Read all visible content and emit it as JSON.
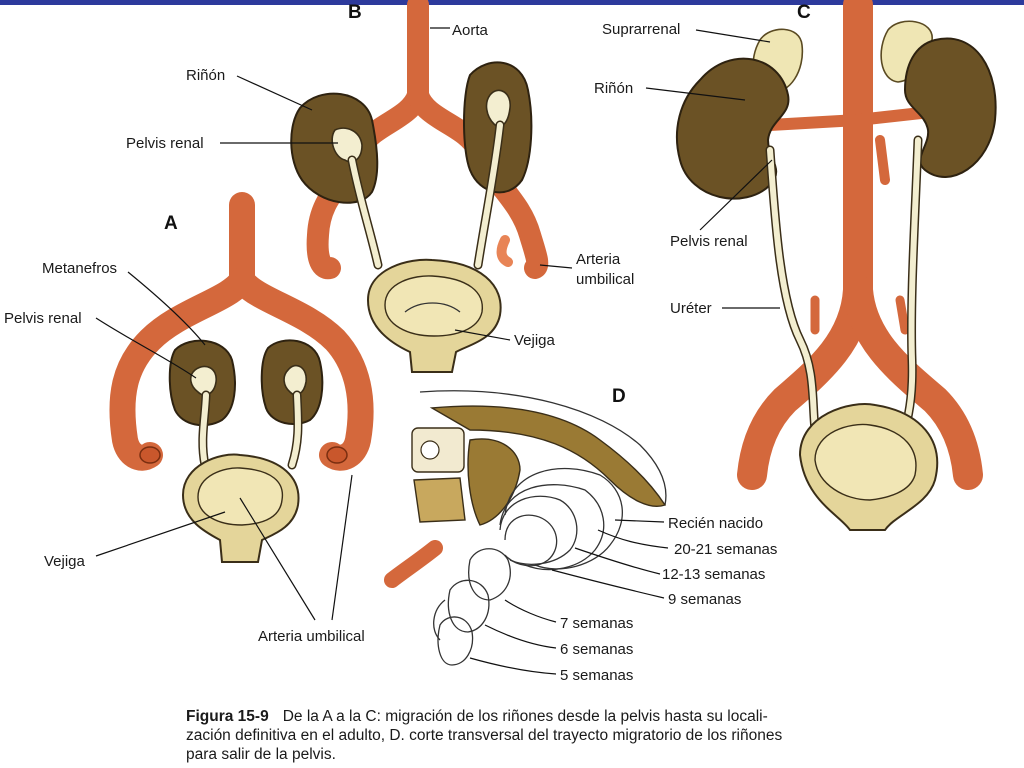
{
  "panels": {
    "a": "A",
    "b": "B",
    "c": "C",
    "d": "D"
  },
  "labels": {
    "aorta": "Aorta",
    "rinon_b": "Riñón",
    "pelvis_renal_b": "Pelvis renal",
    "arteria_umbilical_b_line1": "Arteria",
    "arteria_umbilical_b_line2": "umbilical",
    "vejiga_b": "Vejiga",
    "metanefros_a": "Metanefros",
    "pelvis_renal_a": "Pelvis renal",
    "vejiga_a": "Vejiga",
    "arteria_umbilical_a": "Arteria umbilical",
    "suprarrenal_c": "Suprarrenal",
    "rinon_c": "Riñón",
    "pelvis_renal_c": "Pelvis renal",
    "ureter_c": "Uréter",
    "recien_nacido": "Recién nacido",
    "semanas_20_21": "20-21 semanas",
    "semanas_12_13": "12-13 semanas",
    "semanas_9": "9 semanas",
    "semanas_7": "7 semanas",
    "semanas_6": "6 semanas",
    "semanas_5": "5 semanas"
  },
  "caption": {
    "figure_label": "Figura 15-9",
    "line1": "De la A a la C: migración de los riñones desde la pelvis hasta su locali-",
    "line2": "zación definitiva en el adulto, D. corte transversal del trayecto migratorio de los riñones",
    "line3": "para salir de la pelvis."
  },
  "colors": {
    "artery": "#d4683c",
    "kidney": "#6b5225",
    "bladder": "#e4d59a",
    "pelvis": "#f3eed0",
    "topbar": "#2d3a9c"
  }
}
